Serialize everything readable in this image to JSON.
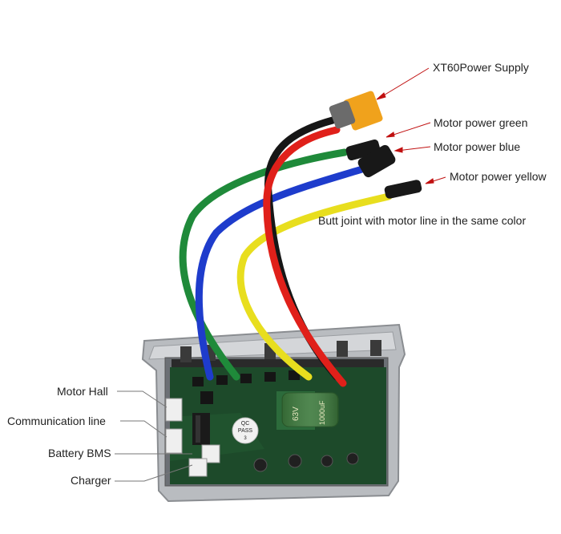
{
  "labels": {
    "xt60": "XT60Power Supply",
    "motor_green": "Motor power green",
    "motor_blue": "Motor power blue",
    "motor_yellow": "Motor power yellow",
    "butt_joint": "Butt joint with motor line in the same color",
    "motor_hall": "Motor Hall",
    "communication": "Communication line",
    "battery_bms": "Battery BMS",
    "charger": "Charger"
  },
  "board_markings": {
    "qc_line1": "QC",
    "qc_line2": "PASS",
    "qc_line3": "3",
    "cap_voltage": "63V",
    "cap_capacity": "1000uF"
  },
  "colors": {
    "wire_red": "#e0201a",
    "wire_black": "#161616",
    "wire_green": "#1f8a3a",
    "wire_blue": "#1e3ccc",
    "wire_yellow": "#e8de1e",
    "xt60_body": "#f0a21c",
    "pcb": "#1d4a2a",
    "label_red": "#c01010"
  }
}
